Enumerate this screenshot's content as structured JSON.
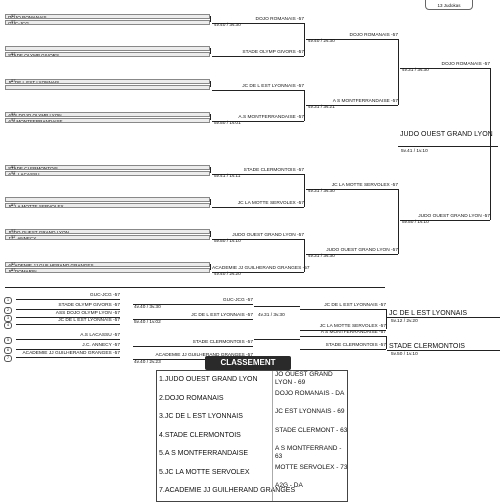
{
  "badge": "13 Judokas",
  "r1_top": [
    {
      "t": "DOJO ROMANAIS",
      "b": "GUC-JCG",
      "st": "-57",
      "sb": "-57",
      "sd": "1"
    },
    {
      "t": "",
      "b": "STADE OLYMP GIVORS",
      "st": "",
      "sb": "-57",
      "sd": ""
    },
    {
      "t": "JC DE L EST LYONNAIS",
      "b": "",
      "st": "-57",
      "sb": "",
      "sd": ""
    },
    {
      "t": "ASS DOJO OLYMP LYON",
      "b": "A S MONTFERRANDAISE",
      "st": "-57",
      "sb": "-57",
      "sd": "4"
    },
    {
      "t": "STADE CLERMONTOIS",
      "b": "A.S. LACASSU",
      "st": "-57",
      "sb": "-57",
      "sd": ""
    },
    {
      "t": "",
      "b": "JC LA MOTTE SERVOLEX",
      "st": "",
      "sb": "-57",
      "sd": ""
    },
    {
      "t": "JUDO OUEST GRAND LYON",
      "b": "J.C. ANNECY",
      "st": "-57",
      "sb": "-57",
      "sd": "2"
    },
    {
      "t": "ACADEMIE JJ GUILHERAND GRANGES",
      "b": "JC DOMARIN",
      "st": "-57",
      "sb": "-57",
      "sd": ""
    }
  ],
  "r2": [
    {
      "name": "DOJO ROMANAIS -57",
      "score": "4v.40 / 3v.30"
    },
    {
      "name": "STADE OLYMP GIVORS -57",
      "score": ""
    },
    {
      "name": "JC DE L EST LYONNAIS -57",
      "score": ""
    },
    {
      "name": "A.S MONTFERRANDAISE -57",
      "score": "5v.50 / 1v.01"
    },
    {
      "name": "STADE CLERMONTOIS -57",
      "score": "5v.41 / 1v.11"
    },
    {
      "name": "JC LA MOTTE SERVOLEX -57",
      "score": ""
    },
    {
      "name": "JUDO OUEST GRAND LYON -57",
      "score": "5v.50 / 1v.10"
    },
    {
      "name": "ACADEMIE JJ GUILHERAND GRANGES -57",
      "score": "4v.40 / 2v.20"
    }
  ],
  "r3": [
    {
      "name": "DOJO ROMANAIS -57",
      "score": "4v.40 / 2v.30"
    },
    {
      "name": "A S MONTFERRANDAISE -57",
      "score": "4v.31 / 3v.21"
    },
    {
      "name": "JC LA MOTTE SERVOLEX -57",
      "score": "4v.31 / 3v.30"
    },
    {
      "name": "JUDO OUEST GRAND LYON -57",
      "score": "4v.31 / 3v.30"
    }
  ],
  "r4": [
    {
      "name": "DOJO ROMANAIS -57",
      "score": "4v.31 / 3v.30"
    },
    {
      "name": "JUDO OUEST GRAND LYON -57",
      "score": "5v.50 / 1v.10"
    }
  ],
  "final": {
    "name": "JUDO OUEST GRAND LYON",
    "score": "5v.41 / 1v.10"
  },
  "rep_slots": [
    {
      "t": "GUC-JCG -57",
      "n": "1"
    },
    {
      "t": "STADE OLYMP GIVORS -57",
      "n": "2"
    },
    {
      "t": "ASS DOJO OLYMP LYON -57",
      "n": "3"
    },
    {
      "t": "JC DE L EST LYONNAIS -57",
      "n": "4"
    },
    {
      "t": "A.S LACASSU -57",
      "n": "5"
    },
    {
      "t": "J.C. ANNECY -57",
      "n": "6"
    },
    {
      "t": "ACADEMIE JJ GUILHERAND GRANGES -57",
      "n": "7"
    }
  ],
  "rep_r2": [
    {
      "name": "GUC-JCG -57",
      "score": "4v.40 / 3v.30"
    },
    {
      "name": "JC DE L EST LYONNAIS -57",
      "score": "5v.40 / 1v.02"
    },
    {
      "name": "STADE CLERMONTOIS -57",
      "score": ""
    },
    {
      "name": "ACADEMIE JJ GUILHERAND GRANGES -57",
      "score": "4v.40 / 2v.23"
    }
  ],
  "rep_r3": [
    {
      "name": "JC DE L EST LYONNAIS -57",
      "score": "4v.31 / 3v.30"
    },
    {
      "name": "STADE CLERMONTOIS -57",
      "score": ""
    }
  ],
  "rep_r4": [
    {
      "name": "JC DE L EST LYONNAIS -57",
      "score": ""
    },
    {
      "name": "JC LA MOTTE SERVOLEX -57",
      "score": ""
    },
    {
      "name": "A S MONTFERRANDAISE -57",
      "score": ""
    },
    {
      "name": "STADE CLERMONTOIS -57",
      "score": ""
    }
  ],
  "bronze": [
    {
      "name": "JC DE L EST LYONNAIS",
      "score": "5v.12 / 2v.20"
    },
    {
      "name": "STADE CLERMONTOIS",
      "score": "5v.50 / 1v.10"
    }
  ],
  "classement": {
    "title": "CLASSEMENT",
    "rows": [
      {
        "rank": "1.JUDO OUEST GRAND LYON",
        "club": "JO OUEST GRAND LYON - 69"
      },
      {
        "rank": "2.DOJO ROMANAIS",
        "club": "DOJO ROMANAIS - DA"
      },
      {
        "rank": "3.JC DE L EST LYONNAIS",
        "club": "JC EST LYONNAIS - 69"
      },
      {
        "rank": "4.STADE CLERMONTOIS",
        "club": "STADE CLERMONT - 63"
      },
      {
        "rank": "5.A S MONTFERRANDAISE",
        "club": "A S MONTFERRAND - 63"
      },
      {
        "rank": "5.JC LA MOTTE SERVOLEX",
        "club": "MOTTE SERVOLEX - 73"
      },
      {
        "rank": "7.ACADEMIE JJ GUILHERAND GRANGES",
        "club": "A2G - DA"
      }
    ]
  }
}
